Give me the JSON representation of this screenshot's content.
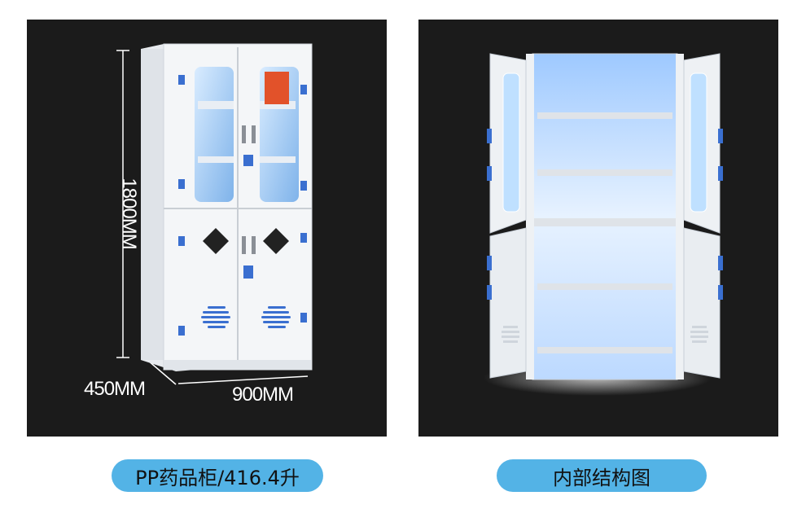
{
  "left_panel": {
    "dimensions": {
      "height": "1800MM",
      "depth": "450MM",
      "width": "900MM"
    },
    "caption": "PP药品柜/416.4升"
  },
  "right_panel": {
    "caption": "内部结构图"
  },
  "colors": {
    "panel_bg": "#1b1b1b",
    "pill": "#53b3e6",
    "cabinet": "#f4f6f8",
    "hinge": "#3a6fd0"
  }
}
